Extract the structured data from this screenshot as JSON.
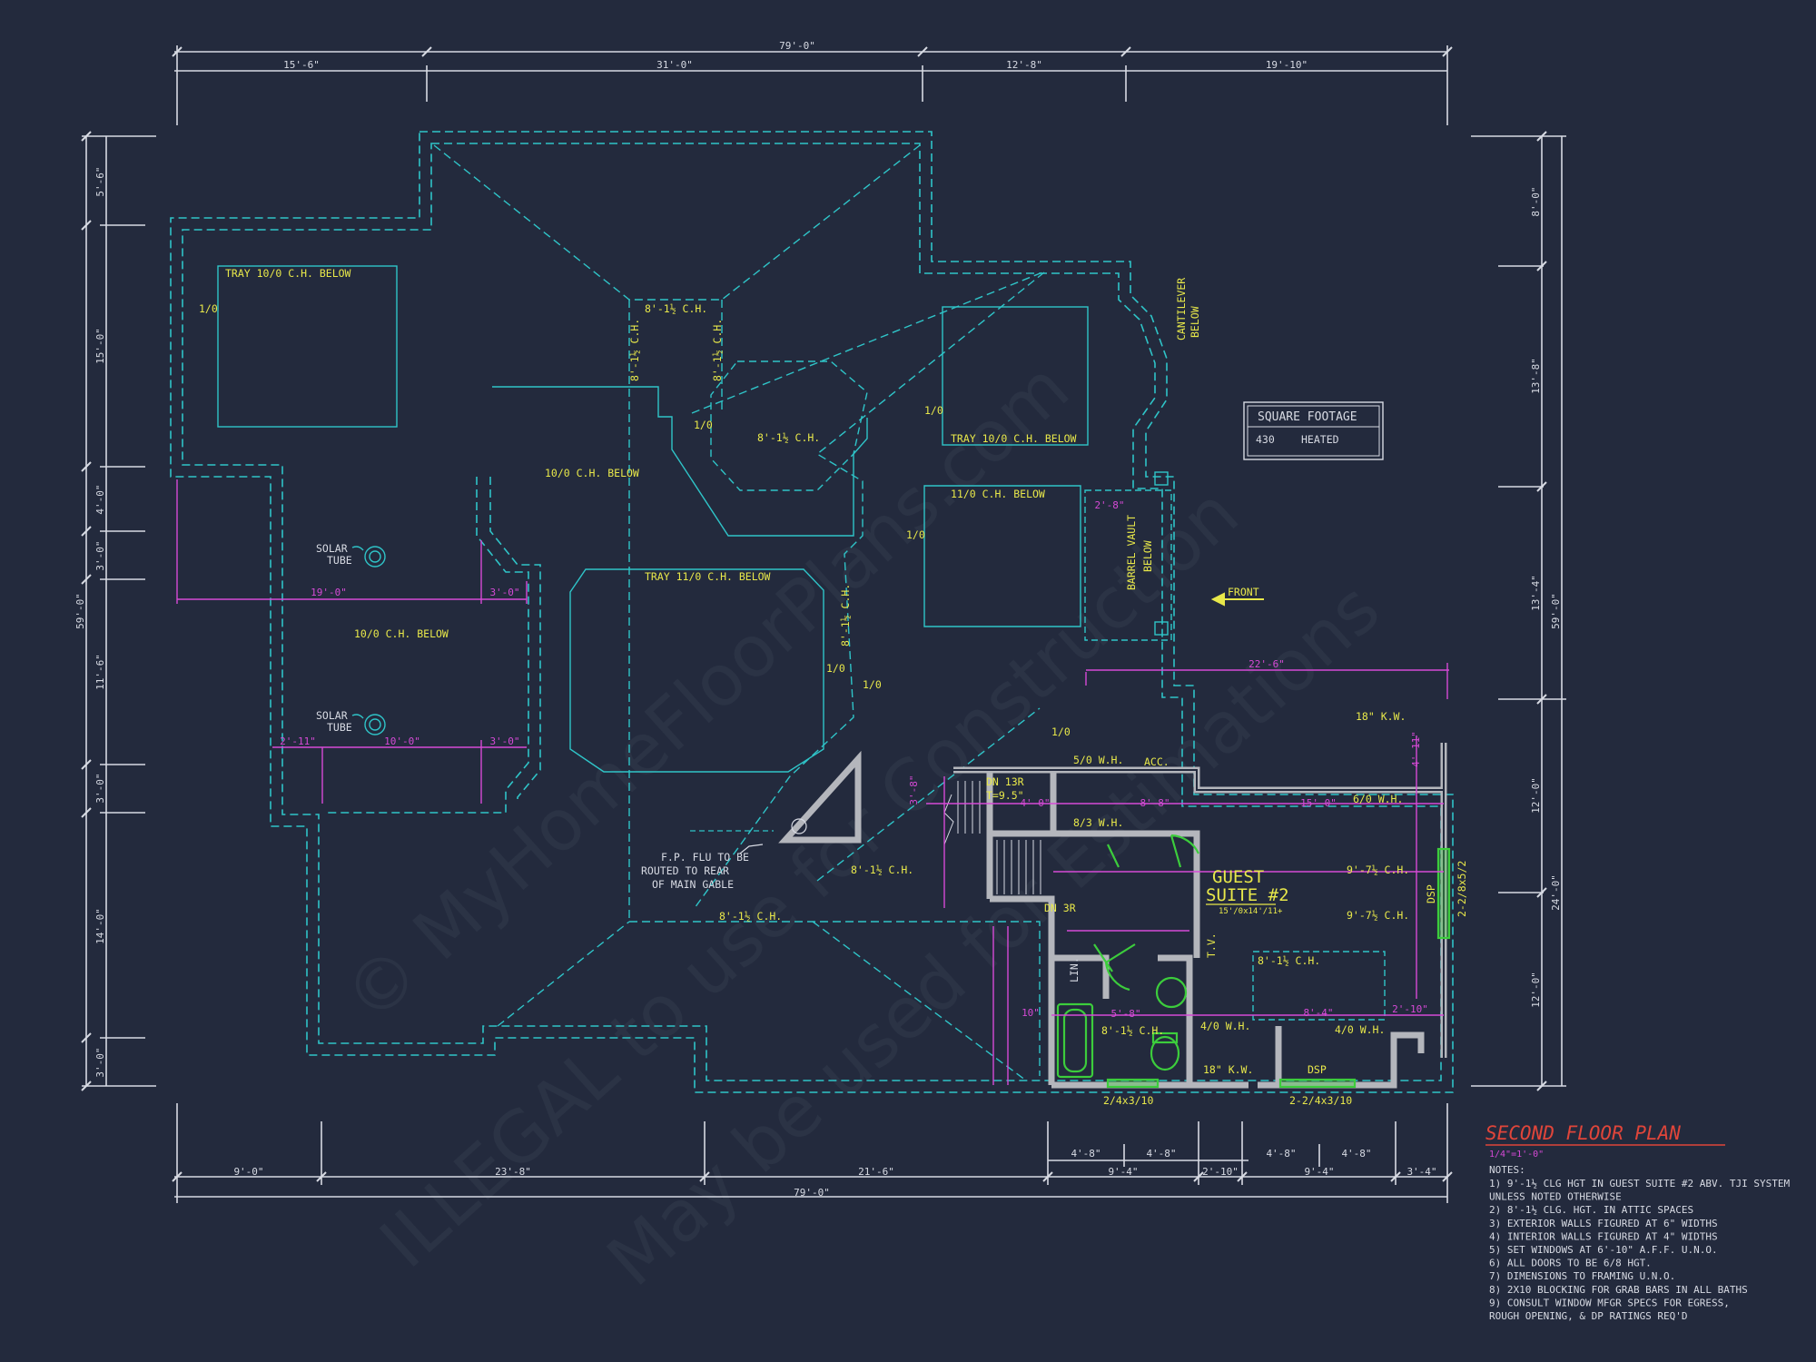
{
  "overall": {
    "top_total": "79'-0\"",
    "bottom_total": "79'-0\"",
    "left_total": "59'-0\"",
    "right_total": "59'-0\""
  },
  "top_dims": [
    "15'-6\"",
    "31'-0\"",
    "12'-8\"",
    "19'-10\""
  ],
  "left_dims": [
    "5'-6\"",
    "15'-0\"",
    "4'-0\"",
    "3'-0\"",
    "11'-6\"",
    "3'-0\"",
    "14'-0\"",
    "3'-0\""
  ],
  "right_dims": [
    "8'-0\"",
    "13'-8\"",
    "13'-4\"",
    "12'-0\"",
    "24'-0\"",
    "12'-0\""
  ],
  "bottom_dims": [
    "9'-0\"",
    "23'-8\"",
    "21'-6\"",
    "9'-4\"",
    "2'-10\"",
    "9'-4\"",
    "3'-4\""
  ],
  "bottom_sub_dims": [
    "4'-8\"",
    "4'-8\"",
    "4'-8\"",
    "4'-8\""
  ],
  "labels": {
    "tray_ne": "TRAY 10/0 C.H. BELOW",
    "tray_nw": "TRAY 10/0 C.H. BELOW",
    "tray_center": "TRAY 11/0 C.H. BELOW",
    "ch_1010": "10/0 C.H. BELOW",
    "ch_1010b": "10/0 C.H. BELOW",
    "ch_110": "11/0 C.H. BELOW",
    "ch_8112a": "8'-1½ C.H.",
    "ch_8112b": "8'-1½ C.H.",
    "ch_8112c": "8'-1½ C.H.",
    "ch_8112d": "8'-1½ C.H.",
    "ch_8112e": "8'-1½ C.H.",
    "ch_8112f": "8'-1½ C.H.",
    "ch_8112g": "8'-1½ C.H.",
    "ch_8112h": "8'-1½ C.H.",
    "ch_8112i": "8'-1½ C.H.",
    "ch_9712a": "9'-7½ C.H.",
    "ch_9712b": "9'-7½ C.H.",
    "solar1": "SOLAR",
    "solar1b": "TUBE",
    "solar2": "SOLAR",
    "solar2b": "TUBE",
    "cantilever1": "CANTILEVER",
    "cantilever2": "BELOW",
    "barrel1": "BARREL VAULT",
    "barrel2": "BELOW",
    "front": "FRONT",
    "fp1": "F.P. FLU TO BE",
    "fp2": "ROUTED TO REAR",
    "fp3": "OF MAIN GABLE",
    "guest1": "GUEST",
    "guest2": "SUITE #2",
    "guest_size": "15'/0x14'/11+",
    "dn13r": "DN 13R",
    "t95": "T=9.5\"",
    "dn3r": "DN 3R",
    "acc": "ACC.",
    "wh50": "5/0 W.H.",
    "wh60": "6/0 W.H.",
    "wh83": "8/3 W.H.",
    "wh40a": "4/0 W.H.",
    "wh40b": "4/0 W.H.",
    "kw18a": "18\" K.W.",
    "kw18b": "18\" K.W.",
    "dsp1": "DSP",
    "dsp2": "DSP",
    "win1": "2-2/8x5/2",
    "win2": "2/4x3/10",
    "win3": "2-2/4x3/10",
    "lin": "LIN.",
    "tv": "T.V.",
    "slope": "1/0"
  },
  "magenta_dims": [
    "19'-0\"",
    "3'-0\"",
    "2'-11\"",
    "10'-0\"",
    "3'-0\"",
    "22'-6\"",
    "15'-0\"",
    "8'-8\"",
    "4'-0\"",
    "3'-8\"",
    "5'-8\"",
    "8'-4\"",
    "2'-10\"",
    "4'-11\"",
    "2'-8\"",
    "10\""
  ],
  "sqft": {
    "title": "SQUARE FOOTAGE",
    "value": "430",
    "label": "HEATED"
  },
  "title": {
    "main": "SECOND FLOOR PLAN",
    "scale": "1/4\"=1'-0\""
  },
  "notes_heading": "NOTES:",
  "notes": [
    "1)  9'-1½ CLG HGT IN GUEST SUITE #2 ABV. TJI SYSTEM",
    "     UNLESS NOTED OTHERWISE",
    "2)  8'-1½ CLG. HGT. IN ATTIC SPACES",
    "3)  EXTERIOR WALLS FIGURED AT 6\" WIDTHS",
    "4)  INTERIOR WALLS FIGURED AT 4\" WIDTHS",
    "5)  SET WINDOWS AT 6'-10\" A.F.F. U.N.O.",
    "6)  ALL DOORS TO BE 6/8 HGT.",
    "7)  DIMENSIONS TO FRAMING U.N.O.",
    "8)  2X10 BLOCKING FOR GRAB BARS IN ALL BATHS",
    "9)  CONSULT WINDOW MFGR SPECS FOR EGRESS,",
    "     ROUGH OPENING, & DP RATINGS REQ'D"
  ],
  "watermark": {
    "line1": "© MyHomeFloorPlans.com",
    "line2": "ILLEGAL to use for Construction",
    "line3": "May be used for Estimations"
  },
  "colors": {
    "background": "#232a3d",
    "dimension_lines": "#d7dae3",
    "ceiling_dashed": "#2fc4c8",
    "text_yellow": "#e8e84a",
    "dim_magenta": "#d64ad6",
    "walls": "#b4b6bc",
    "fixtures_green": "#3ccd3c",
    "title_red": "#e0453a"
  }
}
